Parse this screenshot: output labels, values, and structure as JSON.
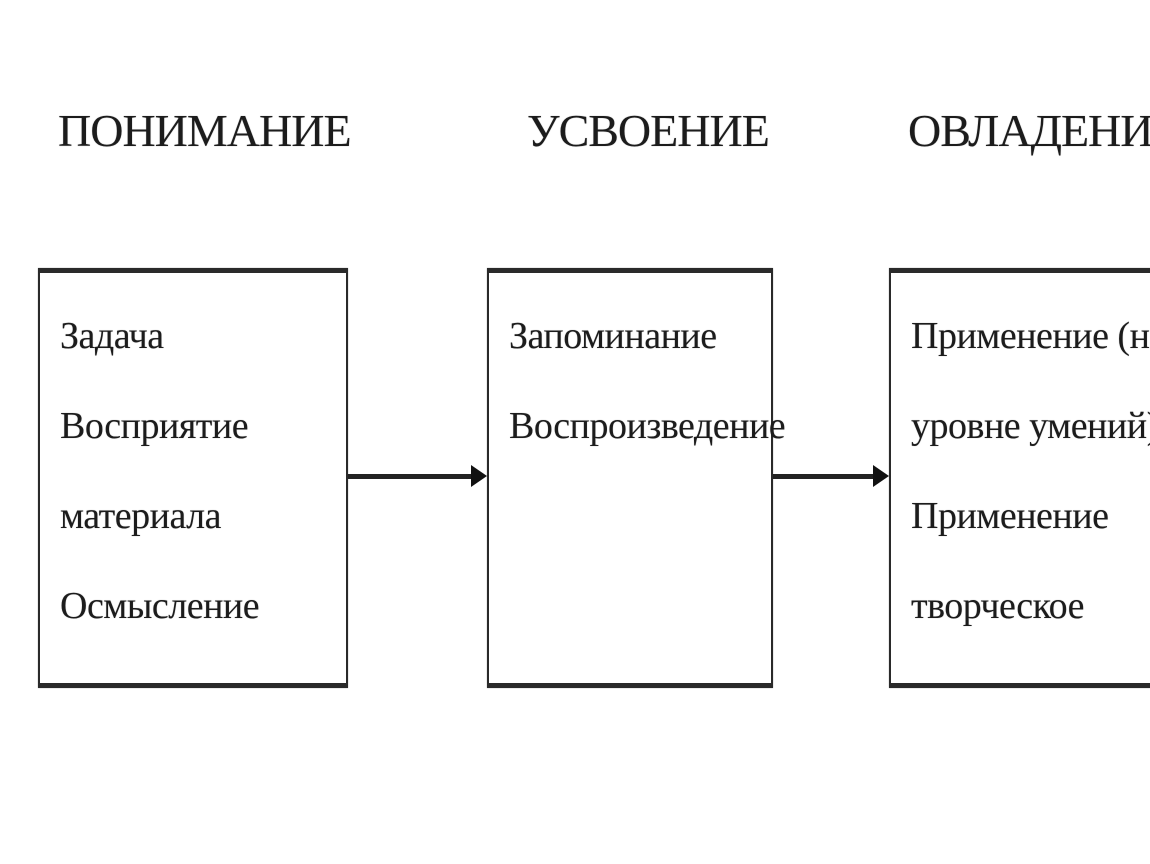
{
  "stages": [
    {
      "title": "ПОНИМАНИЕ",
      "lines": [
        "Задача",
        "Восприятие",
        "материала",
        "Осмысление"
      ]
    },
    {
      "title": "УСВОЕНИЕ",
      "lines": [
        "Запоминание",
        "Воспроизведение"
      ]
    },
    {
      "title": "ОВЛАДЕНИЕ",
      "lines": [
        "Применение (на",
        "уровне умений)",
        "Применение",
        "творческое"
      ]
    }
  ]
}
